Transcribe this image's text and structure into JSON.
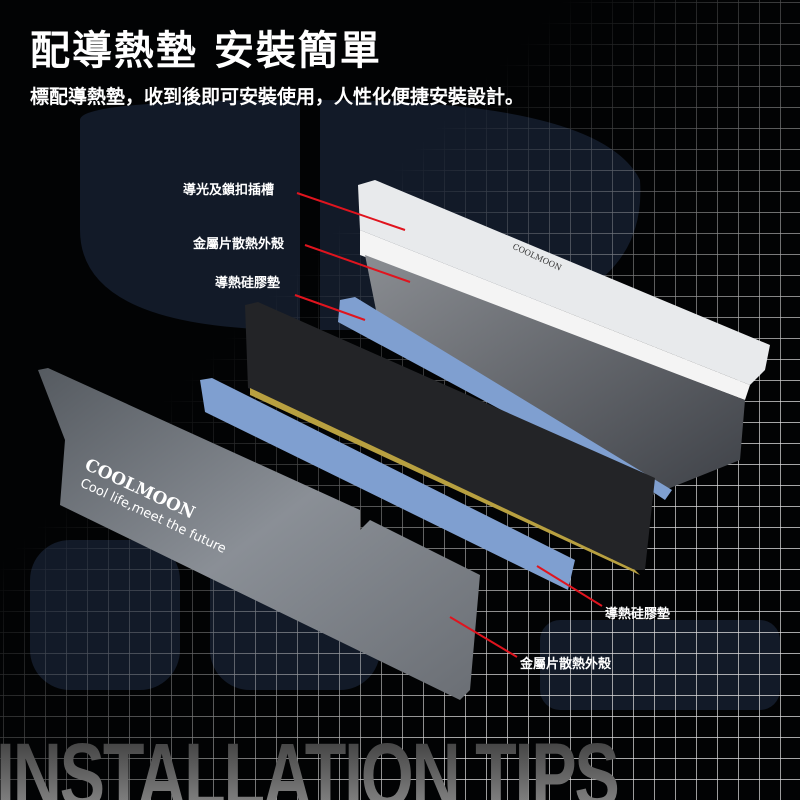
{
  "header": {
    "title": "配導熱墊 安裝簡單",
    "subtitle": "標配導熱墊，收到後即可安裝使用，人性化便捷安裝設計。"
  },
  "callouts": {
    "light_guide_slot": "導光及鎖扣插槽",
    "metal_shell_top": "金屬片散熱外殼",
    "thermal_pad_top": "導熱硅膠墊",
    "thermal_pad_bottom": "導熱硅膠墊",
    "metal_shell_bottom": "金屬片散熱外殼"
  },
  "product": {
    "brand": "COOLMOON",
    "slogan": "Cool life,meet the future",
    "white_brand": "COOLMOON"
  },
  "footer": {
    "text": "INSTALLATION TIPS"
  },
  "colors": {
    "background": "#020304",
    "accent_line": "#e0141e",
    "thermal_pad": "#7f9fd0",
    "watermark": "#141c2a"
  }
}
